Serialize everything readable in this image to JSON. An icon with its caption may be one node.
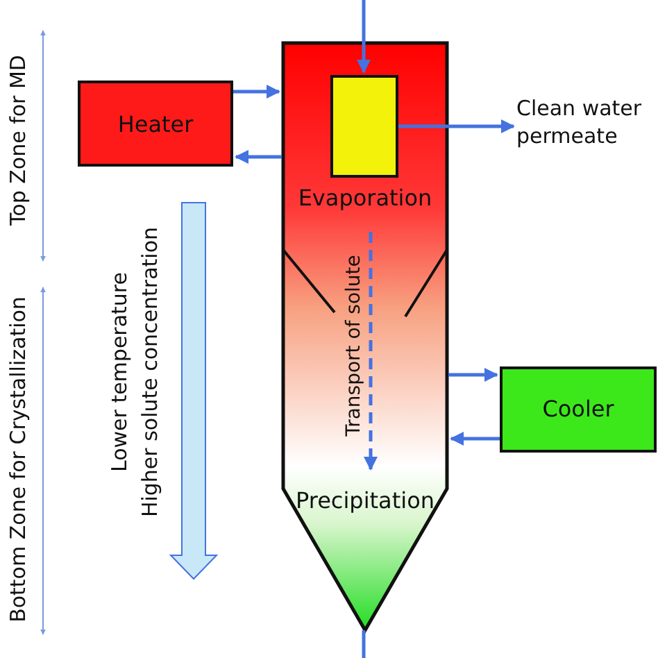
{
  "diagram": {
    "nodes": [
      {
        "text": [
          "Heater"
        ]
      },
      {
        "text": [
          "Evaporation",
          "Transport of solute",
          "Precipitation"
        ]
      },
      {
        "text": [],
        "shape": "box",
        "in": 1
      },
      {
        "text": [
          "Clean water permeate"
        ]
      },
      {
        "text": [
          "Cooler"
        ]
      }
    ],
    "edges": [
      {
        "from": null,
        "to": 2,
        "arrow": "to"
      },
      {
        "from": 0,
        "to": 1,
        "arrow": "to"
      },
      {
        "from": 1,
        "to": 0,
        "arrow": "to"
      },
      {
        "from": 2,
        "to": 3,
        "arrow": "to"
      },
      {
        "from": 1,
        "to": 4,
        "arrow": "to"
      },
      {
        "from": 4,
        "to": 1,
        "arrow": "to"
      },
      {
        "from": 1,
        "to": null,
        "arrow": "none"
      }
    ],
    "labels": [
      "Top Zone for MD",
      "Bottom Zone for Crystallization",
      "Lower temperature",
      "Higher solute concentration"
    ]
  }
}
